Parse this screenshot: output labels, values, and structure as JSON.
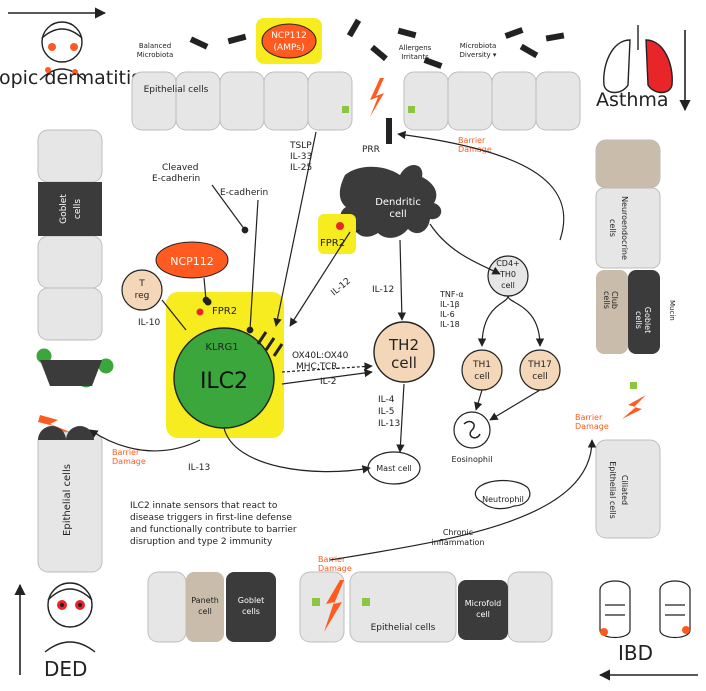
{
  "corners": {
    "top_left": "Atopic dermatitis",
    "top_right": "Asthma",
    "bottom_left": "DED",
    "bottom_right": "IBD"
  },
  "top": {
    "ncp112_a": "NCP112",
    "ncp112_b": "(AMPs)",
    "balanced_microbiota_1": "Balanced",
    "balanced_microbiota_2": "Microbiota",
    "allergens_1": "Allergens",
    "allergens_2": "Irritants",
    "diversity_1": "Microbiota",
    "diversity_2": "Diversity ▾",
    "epithelial": "Epithelial cells",
    "barrier_1": "Barrier",
    "barrier_2": "Damage"
  },
  "cytokines": {
    "tslp": "TSLP",
    "il33": "IL-33",
    "il25": "IL-25",
    "prr": "PRR",
    "cleaved_1": "Cleaved",
    "cleaved_2": "E-cadherin",
    "ecad": "E-cadherin",
    "il12_a": "IL-12",
    "il12_b": "IL-12",
    "il2": "IL-2",
    "il10": "IL-10",
    "il13": "IL-13",
    "ox_1": "OX40L:OX40",
    "ox_2": "MHC:TCR",
    "th2_c1": "IL-4",
    "th2_c2": "IL-5",
    "th2_c3": "IL-13",
    "tnf_1": "TNF-α",
    "tnf_2": "IL-1β",
    "tnf_3": "IL-6",
    "tnf_4": "IL-18"
  },
  "cells": {
    "dendritic_1": "Dendritic",
    "dendritic_2": "cell",
    "fpr2_dc": "FPR2",
    "fpr2_ilc": "FPR2",
    "ncp112": "NCP112",
    "treg_1": "T",
    "treg_2": "reg",
    "klrg1": "KLRG1",
    "ilc2": "ILC2",
    "th2_1": "TH2",
    "th2_2": "cell",
    "th0_1": "CD4+",
    "th0_2": "TH0",
    "th0_3": "cell",
    "th1_1": "TH1",
    "th1_2": "cell",
    "th17_1": "TH17",
    "th17_2": "cell",
    "eosinophil": "Eosinophil",
    "mast": "Mast cell",
    "neutrophil": "Neutrophil"
  },
  "left": {
    "goblet_1": "Goblet",
    "goblet_2": "cells",
    "epithelial": "Epithelial cells",
    "barrier_1": "Barrier",
    "barrier_2": "Damage"
  },
  "right": {
    "neuro_1": "Neuroendocrine",
    "neuro_2": "cells",
    "club_1": "Club",
    "club_2": "cells",
    "goblet_1": "Goblet",
    "goblet_2": "cells",
    "mucin": "Mucin",
    "ciliated_1": "Ciliated",
    "ciliated_2": "Epithelial cells",
    "barrier_1": "Barrier",
    "barrier_2": "Damage"
  },
  "bottom": {
    "paneth_1": "Paneth",
    "paneth_2": "cell",
    "goblet_1": "Goblet",
    "goblet_2": "cells",
    "epithelial": "Epithelial cells",
    "microfold_1": "Microfold",
    "microfold_2": "cell",
    "barrier_1": "Barrier",
    "barrier_2": "Damage"
  },
  "chronic_1": "Chronic",
  "chronic_2": "inflammation",
  "caption": [
    "ILC2 innate sensors that react to",
    "disease triggers in first-line defense",
    "and functionally contribute to barrier",
    "disruption and type 2 immunity"
  ],
  "colors": {
    "yellow": "#f7ec1f",
    "orange": "#ff5a1f",
    "green": "#3aa63c",
    "tan": "#f4d7b8",
    "dark": "#3b3b3b",
    "paneth": "#c9bcab",
    "cell_gray": "#e6e6e6",
    "lightning": "#ff5a1f",
    "square": "#8cc640"
  }
}
